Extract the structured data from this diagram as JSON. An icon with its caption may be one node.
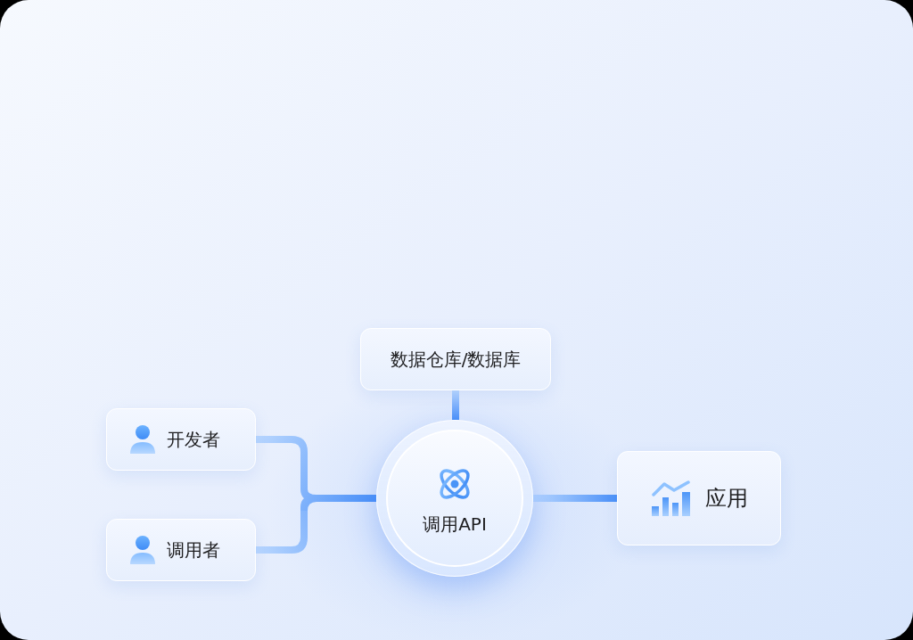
{
  "diagram": {
    "nodes": [
      {
        "text": [
          "开发者"
        ]
      },
      {
        "text": [
          "调用者"
        ]
      },
      {
        "text": [
          "数据仓库/数据库"
        ]
      },
      {
        "text": [
          "调用API"
        ]
      },
      {
        "text": [
          "应用"
        ]
      }
    ],
    "edges": [
      {
        "from": 0,
        "to": 3,
        "arrow": "none"
      },
      {
        "from": 1,
        "to": 3,
        "arrow": "none"
      },
      {
        "from": 2,
        "to": 3,
        "arrow": "none"
      },
      {
        "from": 3,
        "to": 4,
        "arrow": "none"
      }
    ]
  }
}
